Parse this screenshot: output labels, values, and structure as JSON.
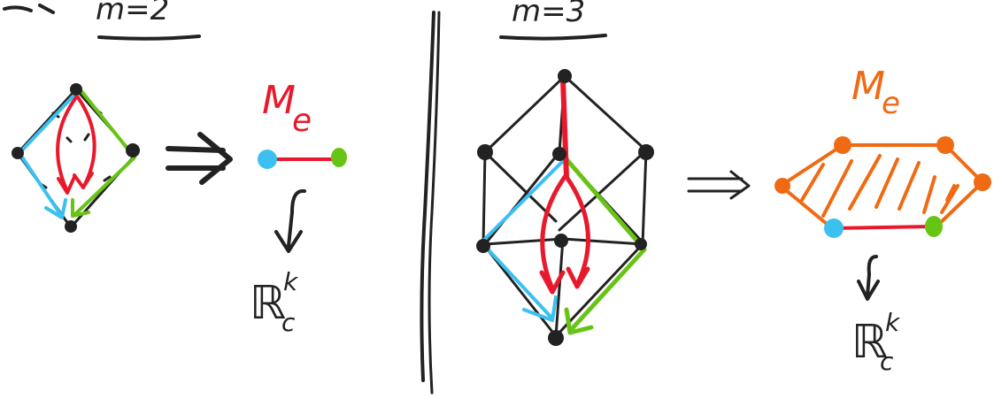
{
  "left_panel": {
    "heading": "m=2",
    "map_arrow": "⟹",
    "blob_label": "M",
    "blob_subscript": "e",
    "embedding_arrow": "↪",
    "target_space": "ℝ",
    "target_superscript": "k",
    "target_subscript": "c"
  },
  "right_panel": {
    "heading": "m=3",
    "map_arrow": "⟹",
    "blob_label": "M",
    "blob_subscript": "e",
    "embedding_arrow": "↪",
    "target_space": "ℝ",
    "target_superscript": "k",
    "target_subscript": "c"
  },
  "colors": {
    "ink": "#222222",
    "red": "#e8192c",
    "blue": "#3cc0ef",
    "green": "#67c414",
    "orange": "#f06a13"
  }
}
